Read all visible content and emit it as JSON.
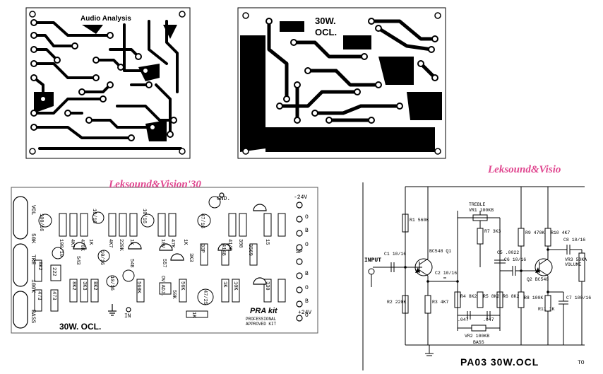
{
  "pcb_left": {
    "title": "Audio Analysis"
  },
  "pcb_right": {
    "title_line1": "30W.",
    "title_line2": "OCL."
  },
  "overlay": {
    "brand": "Leksound&Vision'30",
    "gnd": "GND.",
    "plus24": "+24V",
    "minus24": "-24V",
    "sp": "SP",
    "in": "IN",
    "o_labels": [
      "O",
      "B",
      "O",
      "B",
      "O",
      "B",
      "O"
    ],
    "left_labels": [
      "VOL",
      "50K",
      "TRE",
      "100K",
      "BASS"
    ],
    "components": [
      "100/10",
      "4K7",
      "470K",
      "1K",
      "10/16",
      "4K7",
      "220K",
      "1K",
      "10/16",
      "18V",
      "47K",
      "1K",
      "47/16",
      "4148",
      "390",
      "15",
      "100/16",
      "543",
      "10/16",
      "8K2",
      "222",
      "473",
      "473",
      "8K2",
      "3K3",
      "8K2",
      "10/16",
      "560K",
      "OV.ADJ.",
      "50K",
      "56K",
      "3K3",
      "33P",
      "4148",
      "3569",
      "1K",
      "10K",
      "330",
      "47/25",
      "1K",
      "557",
      "548"
    ],
    "bottom_label": "30W. OCL.",
    "brand_kit": "PRA kit",
    "kit_sub1": "PROFESSIONAL",
    "kit_sub2": "APPROVED KIT"
  },
  "schematic": {
    "brand": "Leksound&Visio",
    "input": "INPUT",
    "labels": {
      "r1": "R1 560K",
      "c1": "C1 10/16",
      "q1": "BC548 Q1",
      "c2": "C2 10/16",
      "r2": "R2 220K",
      "r3": "R3 4K7",
      "treble": "TREBLE",
      "vr1": "VR1 100KB",
      "r7": "R7 3K3",
      "c5": "C5 .0022",
      "r4": "R4 8K2",
      "r5": "R5 8K2",
      "c3": ".047",
      "c4": ".047",
      "vr2": "VR2 100KB",
      "bass": "BASS",
      "r9": "R9 470K",
      "r6": "R6 8K2",
      "c6": "C6 10/16",
      "q2": "Q2 BC548",
      "r8": "R8 100K",
      "r10": "R10 4K7",
      "c8": "C8 10/16",
      "vr3": "VR3 50KA VOLUME",
      "r11": "R11 1K",
      "c7": "C7 100/16"
    },
    "footer": "PA03 30W.OCL",
    "footer_right": "TO"
  },
  "colors": {
    "ink": "#000000",
    "brand": "#e0468f",
    "paper": "#ffffff"
  }
}
